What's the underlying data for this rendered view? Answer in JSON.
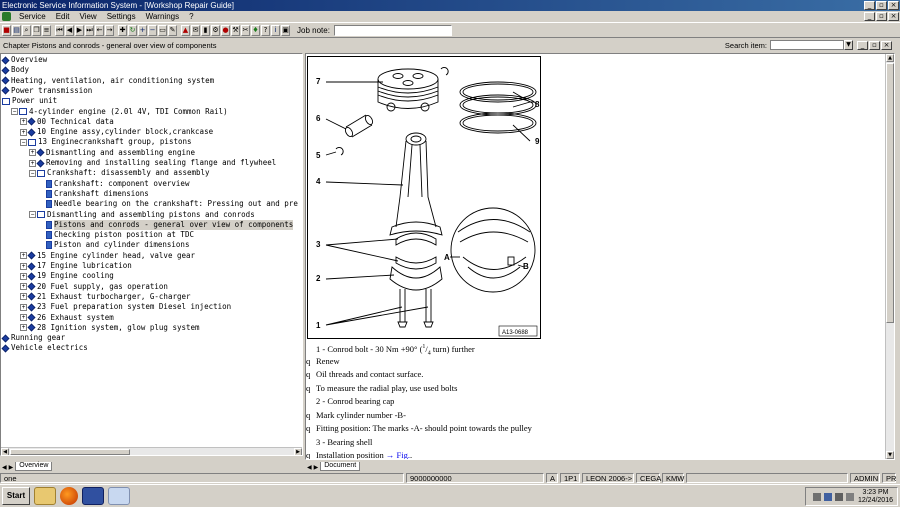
{
  "window": {
    "title": "Electronic Service Information System - [Workshop Repair Guide]"
  },
  "menu": {
    "items": [
      "Service",
      "Edit",
      "View",
      "Settings",
      "Warnings",
      "?"
    ]
  },
  "toolbar": {
    "job_note_label": "Job note:",
    "job_note_value": ""
  },
  "chapter": {
    "text": "Chapter Pistons and conrods - general over view of components",
    "search_label": "Search item:",
    "search_value": ""
  },
  "tree": {
    "items": [
      {
        "label": "Overview",
        "level": 0,
        "icon": "book",
        "expander": ""
      },
      {
        "label": "Body",
        "level": 0,
        "icon": "book",
        "expander": ""
      },
      {
        "label": "Heating, ventilation, air conditioning system",
        "level": 0,
        "icon": "book",
        "expander": ""
      },
      {
        "label": "Power transmission",
        "level": 0,
        "icon": "book",
        "expander": ""
      },
      {
        "label": "Power unit",
        "level": 0,
        "icon": "open-book",
        "expander": ""
      },
      {
        "label": "4-cylinder engine (2.0l 4V, TDI Common Rail)",
        "level": 1,
        "icon": "open-book",
        "expander": "−"
      },
      {
        "label": "00 Technical data",
        "level": 2,
        "icon": "book",
        "expander": "+"
      },
      {
        "label": "10 Engine assy,cylinder block,crankcase",
        "level": 2,
        "icon": "book",
        "expander": "+"
      },
      {
        "label": "13 Enginecrankshaft group, pistons",
        "level": 2,
        "icon": "open-book",
        "expander": "−"
      },
      {
        "label": "Dismantling and assembling engine",
        "level": 3,
        "icon": "book",
        "expander": "+"
      },
      {
        "label": "Removing and installing sealing flange and flywheel",
        "level": 3,
        "icon": "book",
        "expander": "+"
      },
      {
        "label": "Crankshaft: disassembly and assembly",
        "level": 3,
        "icon": "open-book",
        "expander": "−"
      },
      {
        "label": "Crankshaft: component overview",
        "level": 4,
        "icon": "doc",
        "expander": "blank"
      },
      {
        "label": "Crankshaft dimensions",
        "level": 4,
        "icon": "doc",
        "expander": "blank"
      },
      {
        "label": "Needle bearing on the crankshaft: Pressing out and pre",
        "level": 4,
        "icon": "doc",
        "expander": "blank"
      },
      {
        "label": "Dismantling and assembling pistons and conrods",
        "level": 3,
        "icon": "open-book",
        "expander": "−"
      },
      {
        "label": "Pistons and conrods - general over view of components",
        "level": 4,
        "icon": "doc",
        "expander": "blank",
        "selected": true
      },
      {
        "label": "Checking piston position at TDC",
        "level": 4,
        "icon": "doc",
        "expander": "blank"
      },
      {
        "label": "Piston and cylinder dimensions",
        "level": 4,
        "icon": "doc",
        "expander": "blank"
      },
      {
        "label": "15 Engine cylinder head, valve gear",
        "level": 2,
        "icon": "book",
        "expander": "+"
      },
      {
        "label": "17 Engine lubrication",
        "level": 2,
        "icon": "book",
        "expander": "+"
      },
      {
        "label": "19 Engine cooling",
        "level": 2,
        "icon": "book",
        "expander": "+"
      },
      {
        "label": "20 Fuel supply, gas operation",
        "level": 2,
        "icon": "book",
        "expander": "+"
      },
      {
        "label": "21 Exhaust turbocharger, G-charger",
        "level": 2,
        "icon": "book",
        "expander": "+"
      },
      {
        "label": "23 Fuel preparation system Diesel injection",
        "level": 2,
        "icon": "book",
        "expander": "+"
      },
      {
        "label": "26 Exhaust system",
        "level": 2,
        "icon": "book",
        "expander": "+"
      },
      {
        "label": "28 Ignition system, glow plug system",
        "level": 2,
        "icon": "book",
        "expander": "+"
      },
      {
        "label": "Running gear",
        "level": 0,
        "icon": "book",
        "expander": ""
      },
      {
        "label": "Vehicle electrics",
        "level": 0,
        "icon": "book",
        "expander": ""
      }
    ]
  },
  "left_tab": "Overview",
  "right_tab": "Document",
  "figure": {
    "ref": "A13-0688",
    "callouts": [
      "1",
      "2",
      "3",
      "4",
      "5",
      "6",
      "7",
      "8",
      "9",
      "A",
      "B"
    ]
  },
  "legend": {
    "rows": [
      {
        "bullet": "",
        "text": "1 -  Conrod bolt - 30 Nm +90° (",
        "frac": "1",
        "frac_den": "4",
        "text_after": " turn) further"
      },
      {
        "bullet": "q",
        "text": "Renew"
      },
      {
        "bullet": "q",
        "text": "Oil threads and contact surface."
      },
      {
        "bullet": "q",
        "text": "To measure the radial play, use used bolts"
      },
      {
        "bullet": "",
        "text": "2 -  Conrod bearing cap"
      },
      {
        "bullet": "q",
        "text": "Mark cylinder number -B-"
      },
      {
        "bullet": "q",
        "text": "Fitting position: The marks -A- should point towards the pulley"
      },
      {
        "bullet": "",
        "text": "3 -  Bearing shell"
      },
      {
        "bullet": "q",
        "text": "Installation position ",
        "link": "→ Fig.",
        "text_after": "."
      }
    ]
  },
  "status": {
    "left": "one",
    "code": "9000000000",
    "c1": "A",
    "c2": "1P1",
    "c3": "LEON 2006->",
    "c4": "CEGA",
    "c5": "KMW",
    "user": "ADMIN",
    "mode": "PR"
  },
  "taskbar": {
    "start_label": "Start",
    "time": "3:23 PM",
    "date": "12/24/2016"
  }
}
